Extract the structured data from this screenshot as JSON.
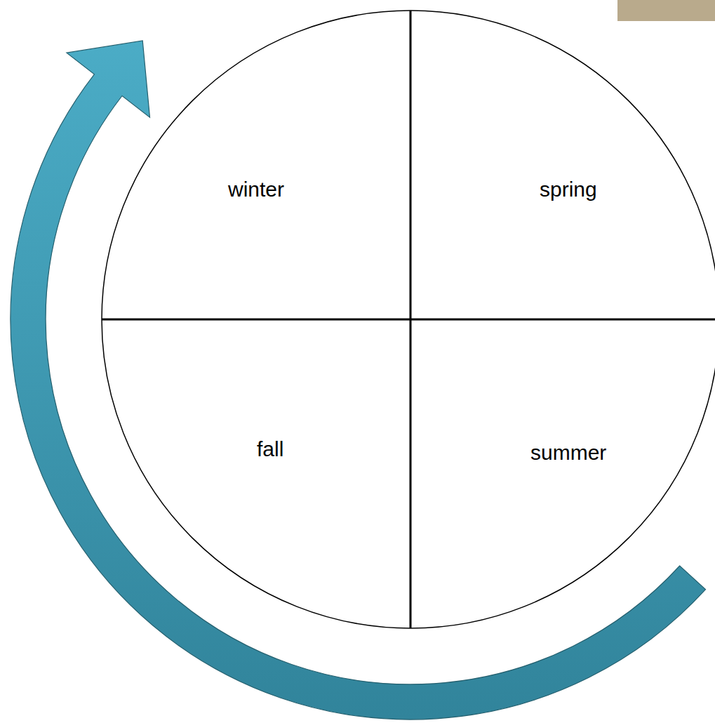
{
  "diagram": {
    "nodes": [
      {
        "text": [
          "winter"
        ]
      },
      {
        "text": [
          "spring"
        ]
      },
      {
        "text": [
          "fall"
        ]
      },
      {
        "text": [
          "summer"
        ]
      }
    ],
    "edges": [
      {
        "from": 3,
        "to": 0,
        "arrow": "to"
      }
    ]
  }
}
